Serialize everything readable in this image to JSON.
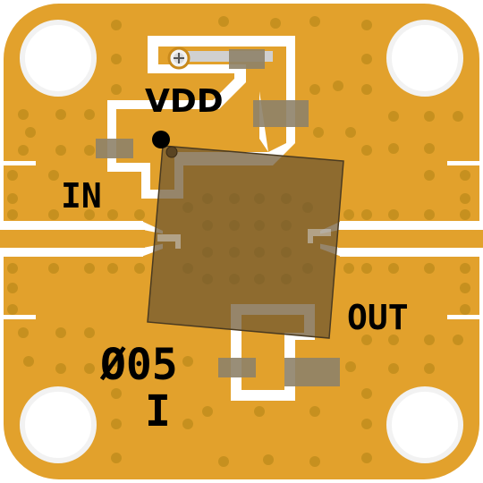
{
  "labels": {
    "vdd": "VDD",
    "input": "IN",
    "output": "OUT",
    "part_code": "Ø05",
    "part_suffix": "I"
  },
  "colors": {
    "board": "#e2a12c",
    "copper_dark": "#c98a1c",
    "trace": "#d8d8d8",
    "silkscreen": "#000000",
    "chip": "#8b6a2e",
    "pad": "#8e8269",
    "via": "#c6901f"
  }
}
